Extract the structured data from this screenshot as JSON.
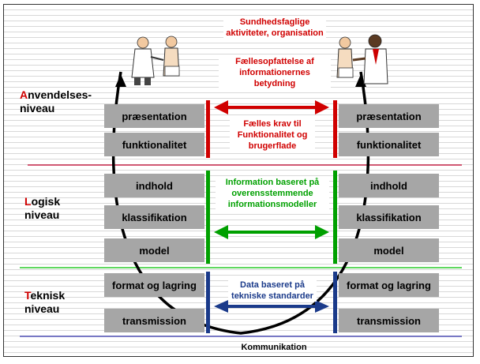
{
  "levels": {
    "anvendelse": {
      "first": "A",
      "rest": "nvendelses-",
      "line2": "niveau"
    },
    "logisk": {
      "first": "L",
      "rest": "ogisk",
      "line2": "niveau"
    },
    "teknisk": {
      "first": "T",
      "rest": "eknisk",
      "line2": "niveau"
    }
  },
  "left_boxes": [
    "præsentation",
    "funktionalitet",
    "indhold",
    "klassifikation",
    "model",
    "format og lagring",
    "transmission"
  ],
  "right_boxes": [
    "præsentation",
    "funktionalitet",
    "indhold",
    "klassifikation",
    "model",
    "format og lagring",
    "transmission"
  ],
  "center": {
    "top_title": "Sundhedsfaglige aktiviteter, organisation",
    "faelles_opfattelse": "Fællesopfattelse af informationernes betydning",
    "faelles_krav": "Fælles krav til Funktionalitet og brugerflade",
    "information": "Information baseret på overensstemmende informationsmodeller",
    "data": "Data baseret på tekniske standarder",
    "kommunikation": "Kommunikation"
  },
  "colors": {
    "red": "#d00000",
    "green": "#00a000",
    "blue": "#1a3a8a",
    "box_gray": "#a6a6a6",
    "separator_red": "#c0002a",
    "separator_green": "#00c000",
    "separator_blue": "#3333aa"
  },
  "icons": [
    "doctor-patient-left-icon",
    "doctor-patient-right-icon"
  ]
}
